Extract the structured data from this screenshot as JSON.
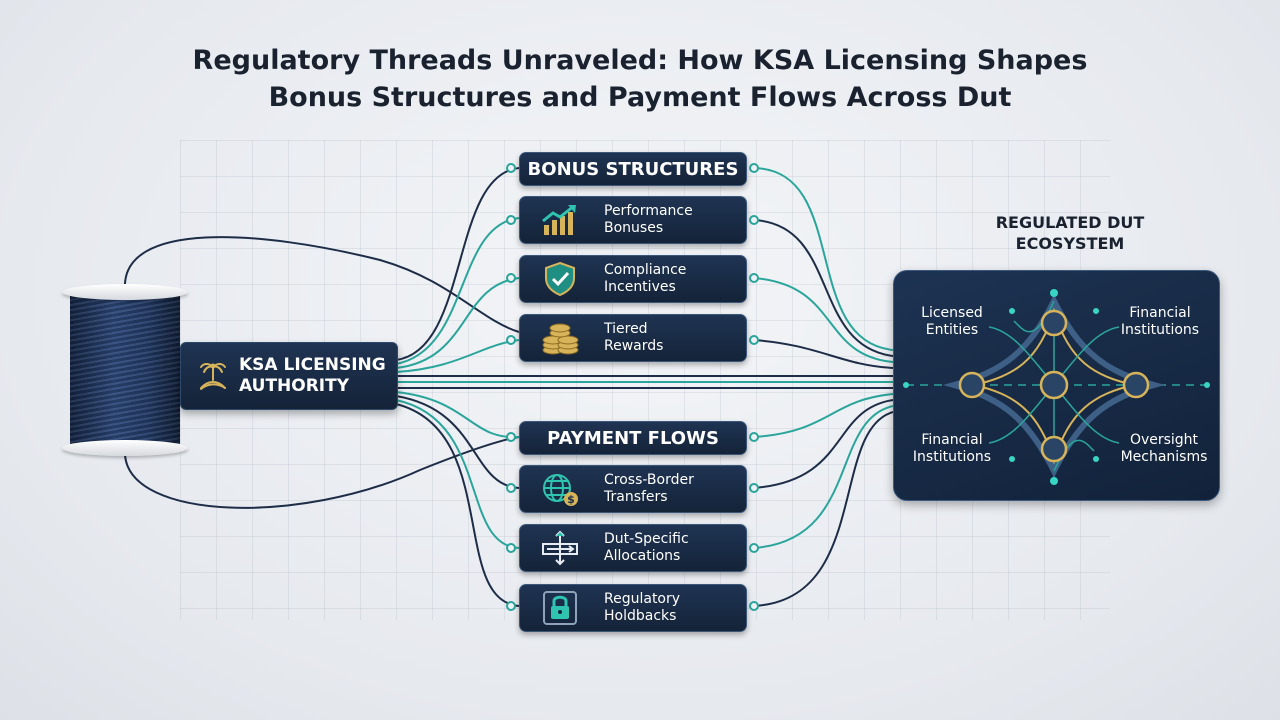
{
  "title": {
    "line1": "Regulatory Threads Unraveled: How KSA Licensing Shapes",
    "line2": "Bonus Structures and Payment Flows Across Dut"
  },
  "authority": {
    "line1": "KSA LICENSING",
    "line2": "AUTHORITY"
  },
  "bonus": {
    "heading": "BONUS STRUCTURES",
    "items": [
      {
        "line1": "Performance",
        "line2": "Bonuses",
        "icon": "growth-chart-icon"
      },
      {
        "line1": "Compliance",
        "line2": "Incentives",
        "icon": "shield-check-icon"
      },
      {
        "line1": "Tiered",
        "line2": "Rewards",
        "icon": "coin-stack-icon"
      }
    ]
  },
  "payment": {
    "heading": "PAYMENT FLOWS",
    "items": [
      {
        "line1": "Cross-Border",
        "line2": "Transfers",
        "icon": "globe-dollar-icon"
      },
      {
        "line1": "Dut-Specific",
        "line2": "Allocations",
        "icon": "allocation-arrows-icon"
      },
      {
        "line1": "Regulatory",
        "line2": "Holdbacks",
        "icon": "lock-icon"
      }
    ]
  },
  "ecosystem": {
    "title_line1": "REGULATED DUT",
    "title_line2": "ECOSYSTEM",
    "labels": {
      "top_left": {
        "line1": "Licensed",
        "line2": "Entities"
      },
      "top_right": {
        "line1": "Financial",
        "line2": "Institutions"
      },
      "bottom_left": {
        "line1": "Financial",
        "line2": "Institutions"
      },
      "bottom_right": {
        "line1": "Oversight",
        "line2": "Mechanisms"
      }
    }
  },
  "colors": {
    "navy": "#1c2f4d",
    "teal": "#2aa59b",
    "dark_wire": "#1e2d47",
    "gold": "#d7b45a"
  }
}
